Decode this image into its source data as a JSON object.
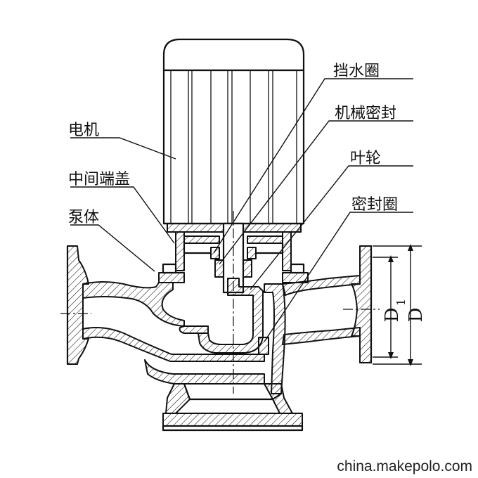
{
  "labels": {
    "motor": "电机",
    "middle_end_cover": "中间端盖",
    "pump_body": "泵体",
    "water_retaining_ring": "挡水圈",
    "mechanical_seal": "机械密封",
    "impeller": "叶轮",
    "seal_ring": "密封圈"
  },
  "dimensions": {
    "outer_diameter": "D",
    "inner_diameter": "D",
    "inner_subscript": "1"
  },
  "watermark": "china.makepolo.com"
}
